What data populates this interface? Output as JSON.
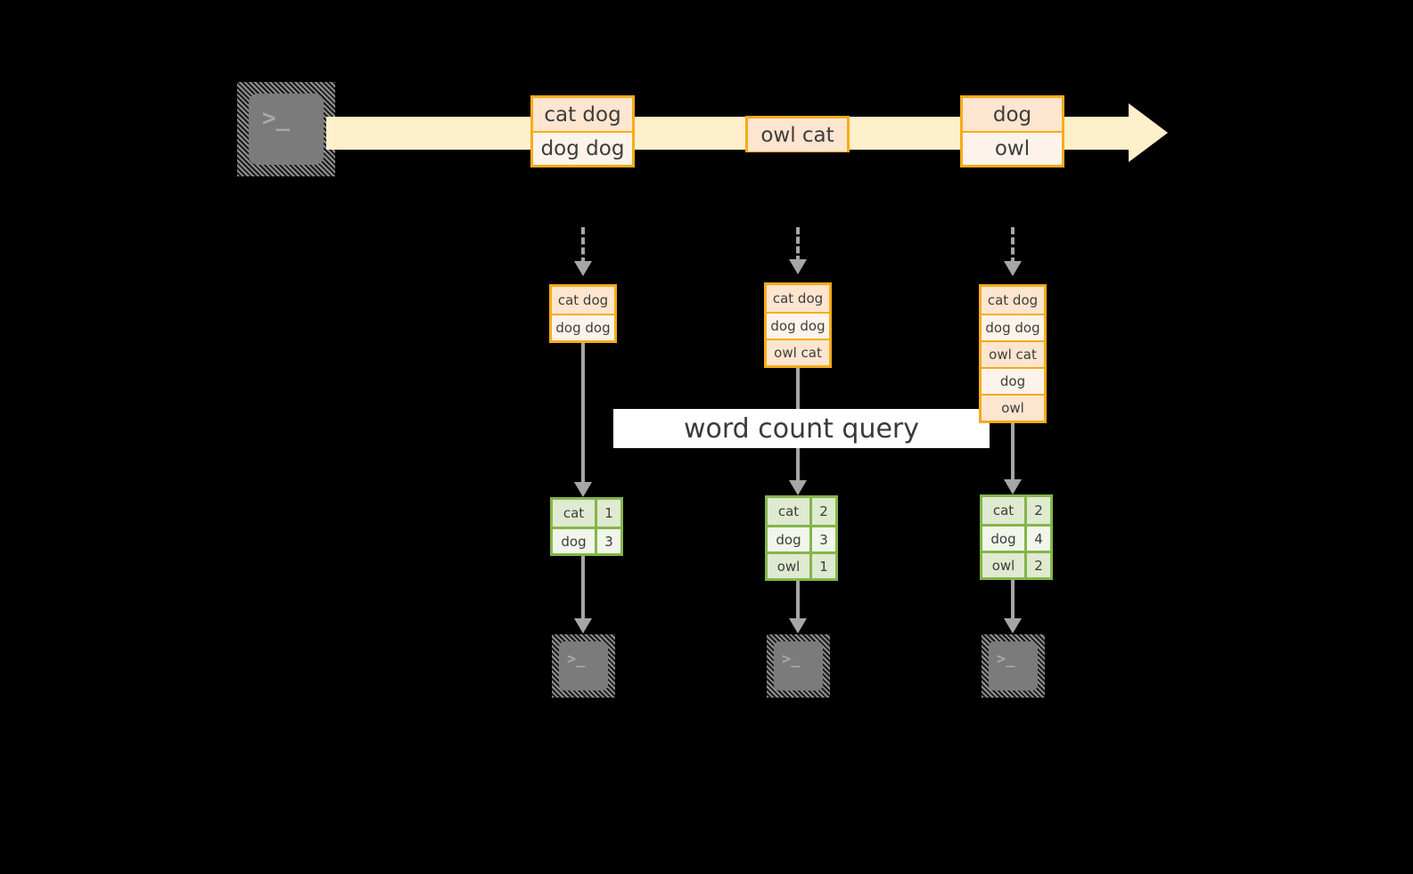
{
  "background": "#000000",
  "palette": {
    "log_border": "#f5ac19",
    "log_fill_dark": "#fde5cf",
    "log_fill_light": "#fdf3ea",
    "stream_band": "#fdf0ca",
    "table_border": "#85b54a",
    "table_fill_dark": "#dfead0",
    "table_fill_light": "#f0f6e9",
    "connector": "#a6a6a6",
    "terminal_body": "#7b7b7b",
    "label_band": "#ffffff",
    "text": "#3d3d3d"
  },
  "producer": {
    "name": "terminal-producer",
    "glyph": ">_"
  },
  "stream": {
    "name": "event-stream-arrow",
    "messages": [
      {
        "lines": [
          "cat dog",
          "dog dog"
        ]
      },
      {
        "lines": [
          "owl cat"
        ]
      },
      {
        "lines": [
          "dog",
          "owl"
        ]
      }
    ]
  },
  "snapshots": [
    {
      "label": "snapshot-1",
      "log": [
        "cat dog",
        "dog dog"
      ],
      "result": {
        "rows": [
          {
            "word": "cat",
            "count": "1"
          },
          {
            "word": "dog",
            "count": "3"
          }
        ]
      }
    },
    {
      "label": "snapshot-2",
      "log": [
        "cat dog",
        "dog dog",
        "owl cat"
      ],
      "result": {
        "rows": [
          {
            "word": "cat",
            "count": "2"
          },
          {
            "word": "dog",
            "count": "3"
          },
          {
            "word": "owl",
            "count": "1"
          }
        ]
      }
    },
    {
      "label": "snapshot-3",
      "log": [
        "cat dog",
        "dog dog",
        "owl cat",
        "dog",
        "owl"
      ],
      "result": {
        "rows": [
          {
            "word": "cat",
            "count": "2"
          },
          {
            "word": "dog",
            "count": "4"
          },
          {
            "word": "owl",
            "count": "2"
          }
        ]
      }
    }
  ],
  "query": {
    "label": "word count query"
  },
  "consumers": [
    {
      "name": "terminal-consumer-1",
      "glyph": ">_"
    },
    {
      "name": "terminal-consumer-2",
      "glyph": ">_"
    },
    {
      "name": "terminal-consumer-3",
      "glyph": ">_"
    }
  ]
}
